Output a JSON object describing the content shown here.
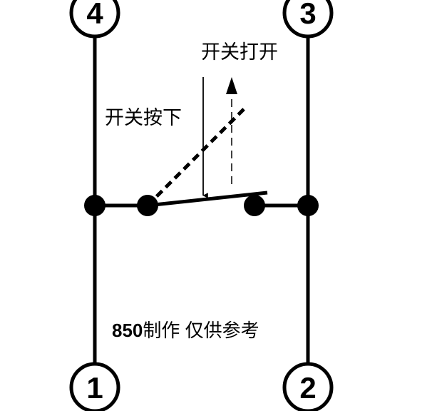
{
  "diagram": {
    "pins": [
      {
        "id": "pin-4",
        "label": "4"
      },
      {
        "id": "pin-3",
        "label": "3"
      },
      {
        "id": "pin-1",
        "label": "1"
      },
      {
        "id": "pin-2",
        "label": "2"
      }
    ],
    "labels": {
      "switch_open": "开关打开",
      "switch_pressed": "开关按下"
    },
    "note": {
      "bold": "850",
      "text": "制作 仅供参考"
    },
    "colors": {
      "stroke": "#000000",
      "background": "#ffffff"
    }
  }
}
